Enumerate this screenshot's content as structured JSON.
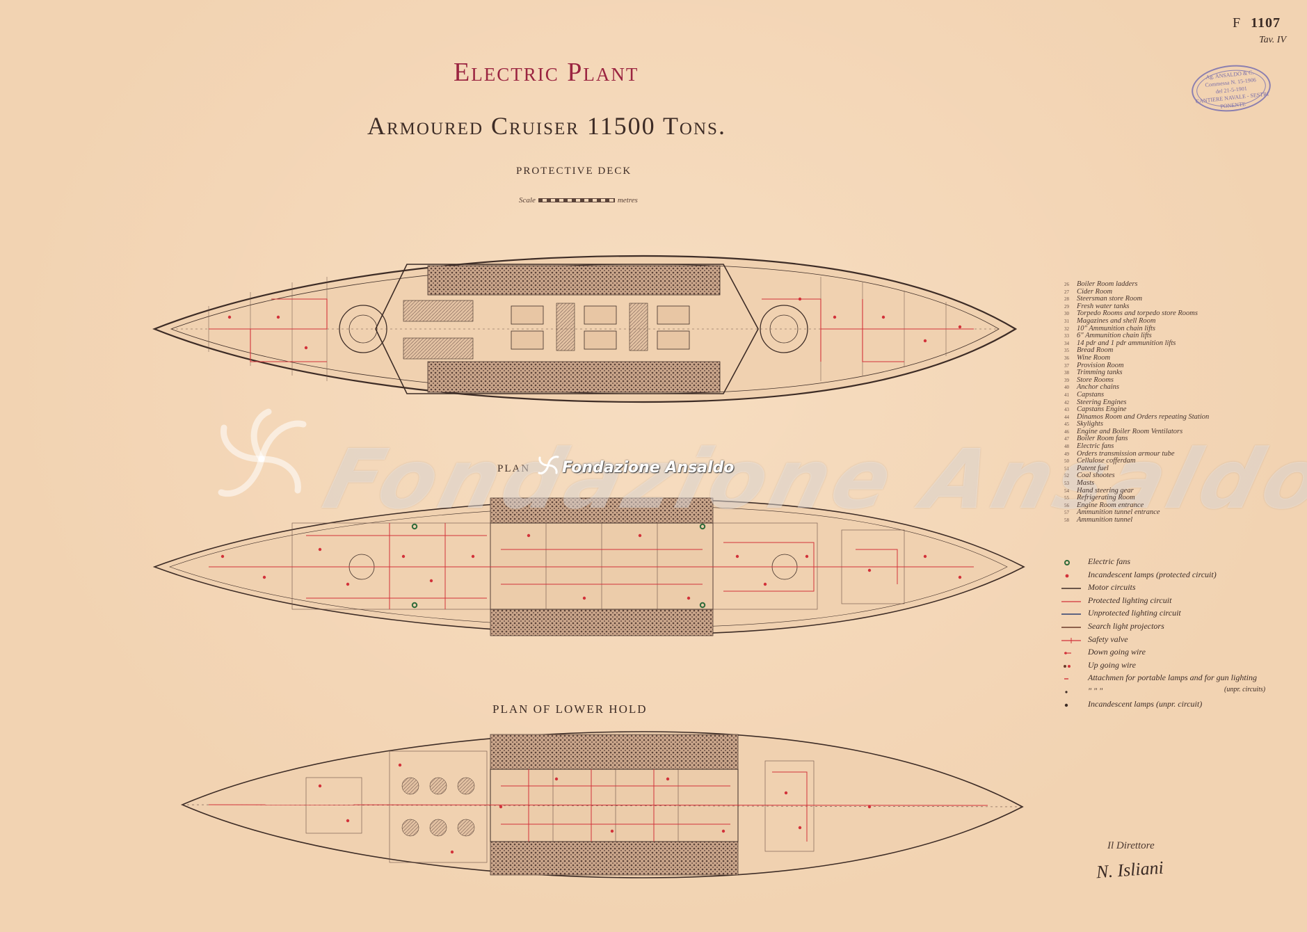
{
  "header": {
    "sheet_prefix": "F",
    "sheet_number": "1107",
    "table": "Tav. IV"
  },
  "stamp": {
    "line1": "Ag. ANSALDO & C.",
    "line2": "Commessa N. 15-1906",
    "line3": "del 21-5-1901",
    "line4": "CANTIERE NAVALE - SESTRI PONENTE"
  },
  "title": "Electric Plant",
  "subtitle": "Armoured Cruiser 11500 Tons.",
  "decks": {
    "protective": "PROTECTIVE DECK",
    "plan_partial": "PLAN",
    "lower_hold": "PLAN OF LOWER HOLD"
  },
  "scale": {
    "prefix": "Scale",
    "suffix": "metres"
  },
  "room_legend": [
    {
      "num": "26",
      "label": "Boiler Room ladders"
    },
    {
      "num": "27",
      "label": "Cider Room"
    },
    {
      "num": "28",
      "label": "Steersman store Room"
    },
    {
      "num": "29",
      "label": "Fresh water tanks"
    },
    {
      "num": "30",
      "label": "Torpedo Rooms and torpedo store Rooms"
    },
    {
      "num": "31",
      "label": "Magazines and shell Room"
    },
    {
      "num": "32",
      "label": "10\" Ammunition chain lifts"
    },
    {
      "num": "33",
      "label": "6\" Ammunition chain lifts"
    },
    {
      "num": "34",
      "label": "14 pdr and 1 pdr ammunition lifts"
    },
    {
      "num": "35",
      "label": "Bread Room"
    },
    {
      "num": "36",
      "label": "Wine Room"
    },
    {
      "num": "37",
      "label": "Provision Room"
    },
    {
      "num": "38",
      "label": "Trimming tanks"
    },
    {
      "num": "39",
      "label": "Store Rooms"
    },
    {
      "num": "40",
      "label": "Anchor chains"
    },
    {
      "num": "41",
      "label": "Capstans"
    },
    {
      "num": "42",
      "label": "Steering Engines"
    },
    {
      "num": "43",
      "label": "Capstans Engine"
    },
    {
      "num": "44",
      "label": "Dinamos Room and Orders repeating Station"
    },
    {
      "num": "45",
      "label": "Skylights"
    },
    {
      "num": "46",
      "label": "Engine and Boiler Room Ventilators"
    },
    {
      "num": "47",
      "label": "Boiler Room fans"
    },
    {
      "num": "48",
      "label": "Electric fans"
    },
    {
      "num": "49",
      "label": "Orders transmission armour tube"
    },
    {
      "num": "50",
      "label": "Cellulose cofferdam"
    },
    {
      "num": "51",
      "label": "Patent fuel"
    },
    {
      "num": "52",
      "label": "Coal shootes"
    },
    {
      "num": "53",
      "label": "Masts"
    },
    {
      "num": "54",
      "label": "Hand steering gear"
    },
    {
      "num": "55",
      "label": "Refrigerating Room"
    },
    {
      "num": "56",
      "label": "Engine Room entrance"
    },
    {
      "num": "57",
      "label": "Ammunition tunnel entrance"
    },
    {
      "num": "58",
      "label": "Ammunition tunnel"
    }
  ],
  "symbol_legend": [
    {
      "label": "Electric fans",
      "symbol": "green-ring"
    },
    {
      "label": "Incandescent lamps (protected circuit)",
      "symbol": "red-dot"
    },
    {
      "label": "Motor circuits",
      "symbol": "dark-line"
    },
    {
      "label": "Protected lighting circuit",
      "symbol": "red-line"
    },
    {
      "label": "Unprotected lighting circuit",
      "symbol": "blue-line"
    },
    {
      "label": "Search light projectors",
      "symbol": "brown-line"
    },
    {
      "label": "Safety valve",
      "symbol": "red-line-tick"
    },
    {
      "label": "Down going wire",
      "symbol": "red-arrow-down"
    },
    {
      "label": "Up going wire",
      "symbol": "red-double-dot"
    },
    {
      "label": "Attachmen for portable lamps and for gun lighting",
      "symbol": "red-dash"
    },
    {
      "label": "\"        \"        \"",
      "note": "(unpr. circuits)",
      "symbol": "dark-dot-small"
    },
    {
      "label": "Incandescent lamps (unpr. circuit)",
      "symbol": "dark-dot"
    }
  ],
  "signature": {
    "role": "Il Direttore",
    "name": "N. Isliani"
  },
  "watermark": {
    "text": "Fondazione Ansaldo",
    "small_text": "Fondazione Ansaldo"
  },
  "colors": {
    "paper": "#f2d3b2",
    "ink": "#3d2c26",
    "title_red": "#9a2440",
    "circuit_red": "#d2323a",
    "stamp_violet": "#7a6ea8"
  }
}
